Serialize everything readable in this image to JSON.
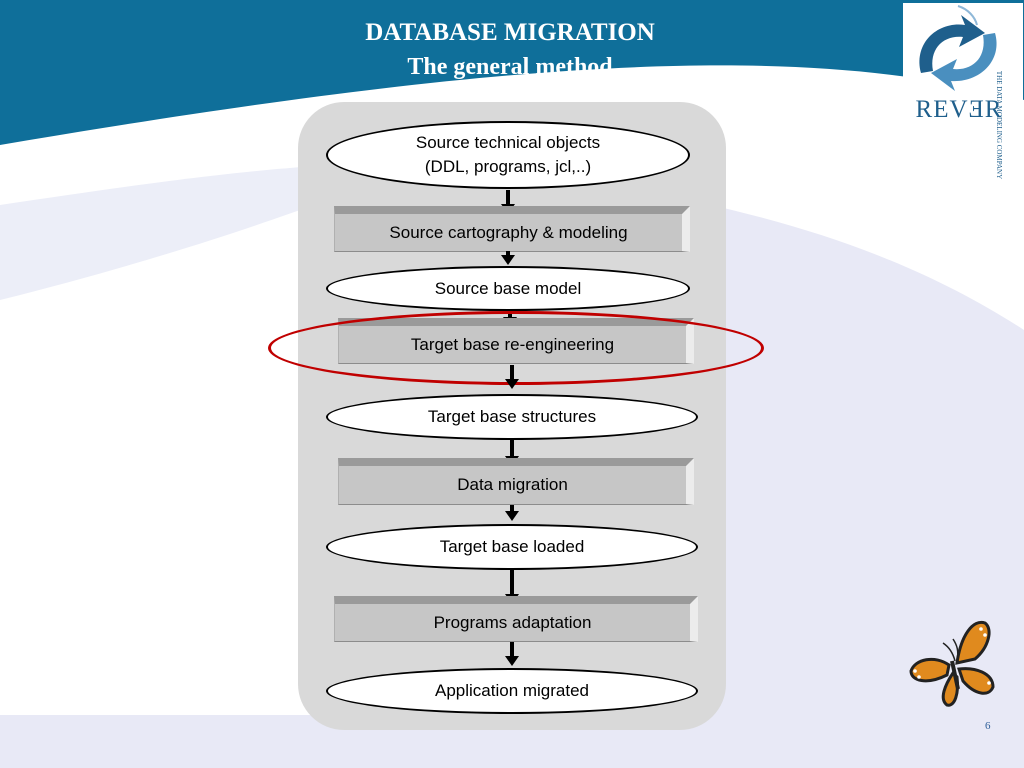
{
  "slide": {
    "title_line1": "DATABASE MIGRATION",
    "title_line2": "The general method",
    "page_number": "6"
  },
  "logo": {
    "name": "REVƎR",
    "tagline": "THE DATA MODELING COMPANY"
  },
  "flow": {
    "n1": "Source technical objects\n(DDL, programs, jcl,..)",
    "p1": "Source cartography & modeling",
    "n2": "Source base model",
    "p2": "Target base re-engineering",
    "n3": "Target base structures",
    "p3": "Data migration",
    "n4": "Target base loaded",
    "p4": "Programs adaptation",
    "n5": "Application migrated",
    "highlighted_step": "Target base re-engineering"
  },
  "colors": {
    "header_blue": "#0f6f9a",
    "background_lavender": "#e8e9f6",
    "panel_gray": "#d9d9d9",
    "step_box_gray": "#c6c6c6",
    "highlight_red": "#c00000",
    "logo_blue": "#1f5f8c"
  },
  "icons": [
    "logo-arrows-icon",
    "butterfly-icon"
  ]
}
